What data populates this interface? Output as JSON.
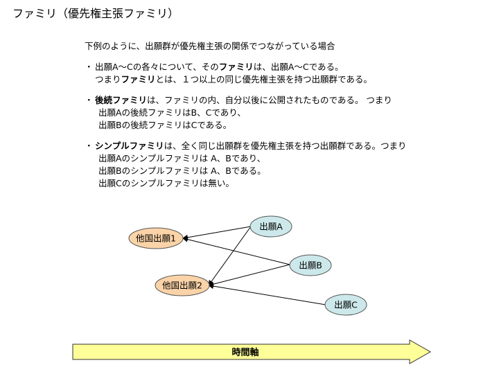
{
  "title": "ファミリ（優先権主張ファミリ）",
  "intro": "下例のように、出願群が優先権主張の関係でつながっている場合",
  "bullet_mark": "・",
  "sections": {
    "family": {
      "l1_pre": "出願A～Cの各々について、その",
      "l1_bold": "ファミリ",
      "l1_post": "は、出願A～Cである。",
      "l2_pre": "つまり",
      "l2_bold": "ファミリ",
      "l2_post": "とは、１つ以上の同じ優先権主張を持つ出願群である。"
    },
    "subsequent": {
      "l1_bold": "後続ファミリ",
      "l1_post": "は、ファミリの内、自分以後に公開されたものである。 つまり",
      "l2": "出願Aの後続ファミリはB、Cであり、",
      "l3": "出願Bの後続ファミリはCである。"
    },
    "simple": {
      "l1_bold": "シンプルファミリ",
      "l1_post": "は、全く同じ出願群を優先権主張を持つ出願群である。つまり",
      "l2": "出願Aのシンプルファミリは A、Bであり、",
      "l3": "出願Bのシンプルファミリは A、Bである。",
      "l4": "出願Cのシンプルファミリは無い。"
    }
  },
  "diagram": {
    "nodes": {
      "foreign1": "他国出願1",
      "foreign2": "他国出願2",
      "a": "出願A",
      "b": "出願B",
      "c": "出願C"
    },
    "axis_label": "時間軸",
    "colors": {
      "foreign_fill": "#fbd3a8",
      "domestic_fill": "#cce8ea",
      "arrow_fill": "#ffff99"
    }
  }
}
